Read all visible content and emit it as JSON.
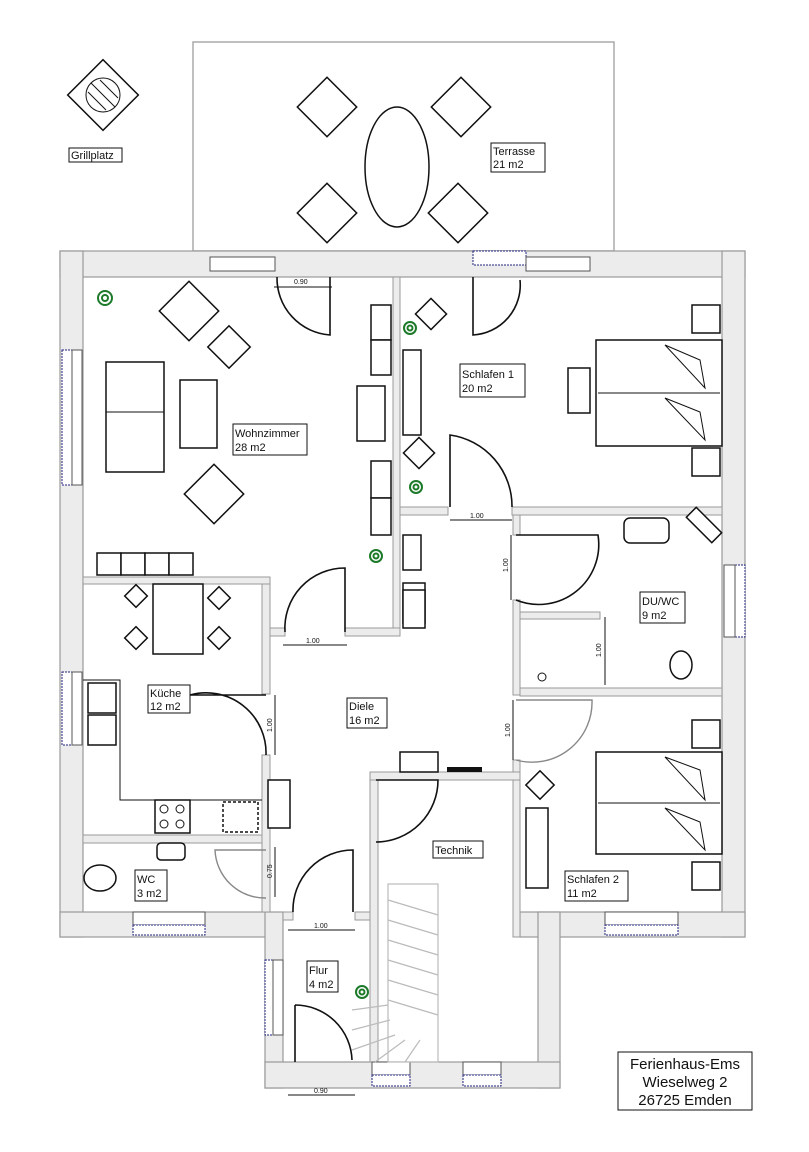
{
  "outdoor": {
    "grill": "Grillplatz",
    "terrace_name": "Terrasse",
    "terrace_area": "21 m2"
  },
  "rooms": {
    "wohnzimmer": {
      "name": "Wohnzimmer",
      "area": "28 m2"
    },
    "schlafen1": {
      "name": "Schlafen 1",
      "area": "20 m2"
    },
    "duwc": {
      "name": "DU/WC",
      "area": "9 m2"
    },
    "kueche": {
      "name": "Küche",
      "area": "12 m2"
    },
    "diele": {
      "name": "Diele",
      "area": "16 m2"
    },
    "technik": {
      "name": "Technik"
    },
    "wc": {
      "name": "WC",
      "area": "3 m2"
    },
    "schlafen2": {
      "name": "Schlafen 2",
      "area": "11 m2"
    },
    "flur": {
      "name": "Flur",
      "area": "4 m2"
    }
  },
  "dimensions": {
    "terrace_door": "0.90",
    "schlafen1_door": "1.00",
    "duwc_door": "1.00",
    "wohn_door": "1.00",
    "kueche_door": "1.00",
    "shower": "1.00",
    "schlafen2_door": "1.00",
    "wc_door": "0.75",
    "flur_door": "1.00",
    "entrance_door": "0.90"
  },
  "title_block": {
    "line1": "Ferienhaus-Ems",
    "line2": "Wieselweg 2",
    "line3": "26725 Emden"
  },
  "colors": {
    "plant": "#1d7a2a",
    "window_mark": "#22227a",
    "wall": "#ececec"
  }
}
